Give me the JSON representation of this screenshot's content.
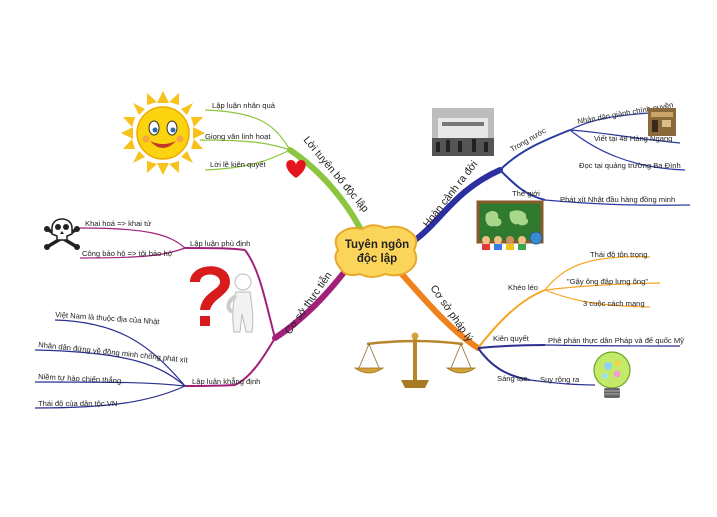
{
  "central": {
    "line1": "Tuyên ngôn",
    "line2": "độc lập"
  },
  "branches": {
    "hoan_canh": {
      "label": "Hoàn cảnh ra đời",
      "color": "#2b2fa0",
      "trong_nuoc": {
        "label": "Trong nước",
        "items": [
          "Nhân dân giành chính quyền",
          "Viết tại 48 Hàng Ngang",
          "Đọc tại quảng trường Ba Đình"
        ]
      },
      "the_gioi": {
        "label": "Thế giới",
        "items": [
          "Phát xít Nhật đầu hàng đồng minh"
        ]
      }
    },
    "co_so_phap_ly": {
      "label": "Cơ sở pháp lý",
      "color": "#f0821e",
      "kheo_leo": {
        "label": "Khéo léo",
        "items": [
          "Thái độ tôn trọng",
          "\"Gậy ông đập lưng ông\"",
          "3 cuộc cách mạng"
        ]
      },
      "kien_quyet": {
        "label": "Kiên quyết",
        "items": [
          "Phê phán thực dân Pháp và đế quốc Mỹ"
        ]
      },
      "sang_tao": {
        "label": "Sáng tạo",
        "items": [
          "Suy rộng ra"
        ]
      }
    },
    "loi_tuyen_bo": {
      "label": "Lời tuyên bố độc lập",
      "color": "#8cc63f",
      "items": [
        "Lập luận nhân quả",
        "Giọng văn linh hoạt",
        "Lời lẽ kiên quyết"
      ]
    },
    "co_so_thuc_tien": {
      "label": "Cơ sở thực tiễn",
      "color": "#a0207a",
      "phu_dinh": {
        "label": "Lập luận phủ định",
        "items": [
          "Khai hoá => khai tử",
          "Công bảo hộ => tội bảo hộ"
        ]
      },
      "khang_dinh": {
        "label": "Lập luận khẳng định",
        "items": [
          "Việt Nam là thuộc địa của Nhật",
          "Nhân dân đứng về đồng minh chống phát xít",
          "Niềm tự hào chiến thắng",
          "Thái độ của dân tộc VN"
        ]
      }
    }
  },
  "colors": {
    "central_fill": "#fbd45a",
    "central_stroke": "#e9a92a",
    "trong_nuoc": "#2a3aa0",
    "the_gioi": "#2a3aa0",
    "kheo_leo": "#f5a623",
    "kien_quyet": "#2b2f8f",
    "sang_tao": "#2b2f8f",
    "khang_dinh": "#2b2f8f",
    "phu_dinh": "#a0207a"
  },
  "icons": [
    "sun-icon",
    "heart-icon",
    "skull-crossbones-icon",
    "question-man-icon",
    "scale-icon",
    "lightbulb-icon",
    "historic-photo-icon",
    "world-classroom-icon"
  ]
}
